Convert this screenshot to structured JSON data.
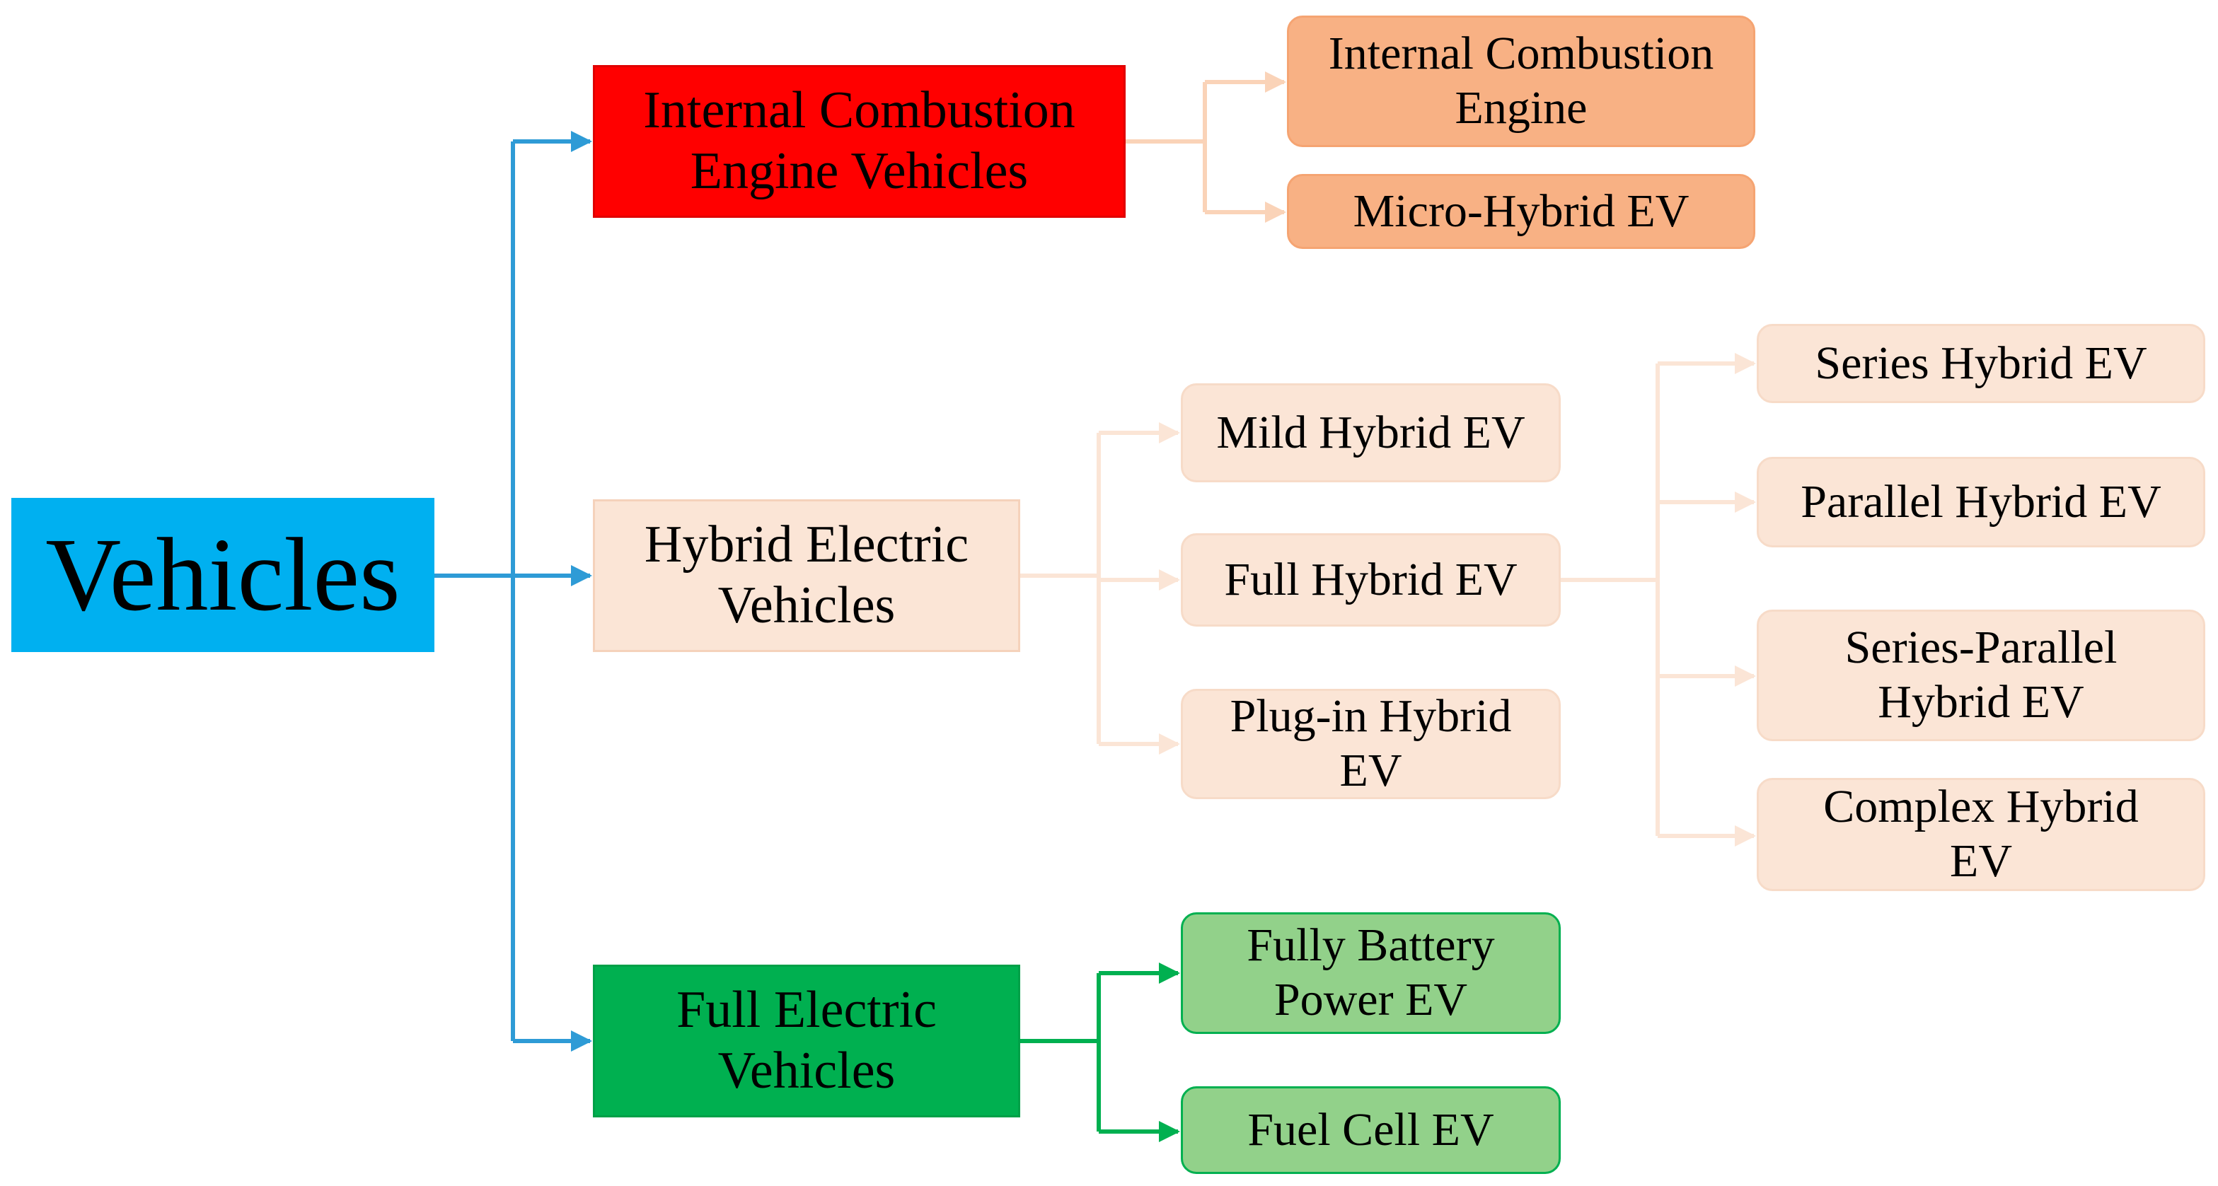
{
  "diagram": {
    "root": {
      "label": "Vehicles"
    },
    "branches": {
      "ice": {
        "label": "Internal Combustion\nEngine Vehicles",
        "children": [
          "Internal Combustion\nEngine",
          "Micro-Hybrid EV"
        ]
      },
      "hybrid": {
        "label": "Hybrid Electric\nVehicles",
        "children": [
          "Mild Hybrid EV",
          "Full Hybrid EV",
          "Plug-in Hybrid\nEV"
        ],
        "full_hybrid_children": [
          "Series Hybrid EV",
          "Parallel Hybrid EV",
          "Series-Parallel\nHybrid EV",
          "Complex Hybrid\nEV"
        ]
      },
      "electric": {
        "label": "Full Electric\nVehicles",
        "children": [
          "Fully Battery\nPower EV",
          "Fuel Cell EV"
        ]
      }
    },
    "colors": {
      "root_fill": "#00B0F0",
      "main_connector": "#2E9BD6",
      "ice_fill": "#FF0000",
      "ice_child_fill": "#F8B184",
      "ice_connector": "#FAD3B8",
      "hybrid_fill": "#FBE5D6",
      "hybrid_connector": "#FBE5D6",
      "electric_fill": "#00B050",
      "electric_child_fill": "#92D18A",
      "electric_child_border": "#00B050",
      "electric_connector": "#00B050"
    }
  }
}
